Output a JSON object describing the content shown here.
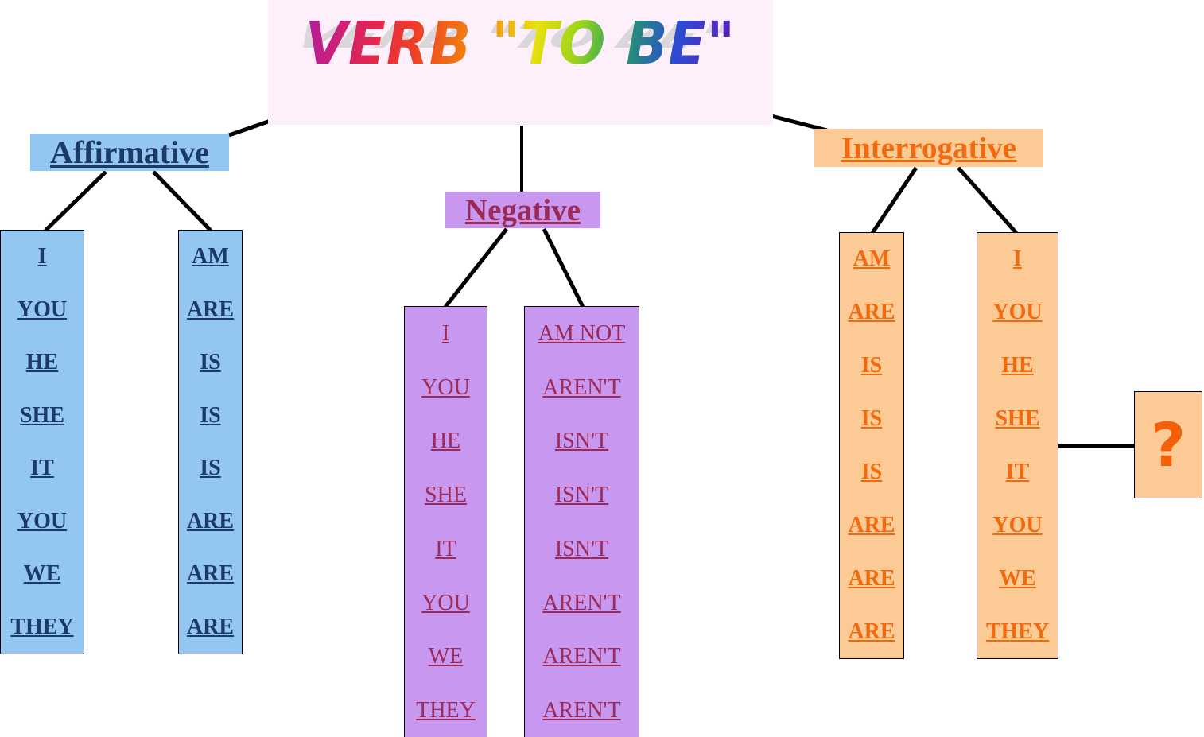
{
  "title": {
    "text": "VERB \"TO BE\"",
    "banner_bg": "#fdf0fb"
  },
  "sections": {
    "affirmative": {
      "label": "Affirmative",
      "header_bg": "#93c6f0",
      "text_color": "#1b3a66",
      "subjects": [
        "I",
        "YOU",
        "HE",
        "SHE",
        "IT",
        "YOU",
        "WE",
        "THEY"
      ],
      "verbs": [
        "AM",
        "ARE",
        "IS",
        "IS",
        "IS",
        "ARE",
        "ARE",
        "ARE"
      ]
    },
    "negative": {
      "label": "Negative",
      "header_bg": "#c897f0",
      "text_color": "#9c2a56",
      "subjects": [
        "I",
        "YOU",
        "HE",
        "SHE",
        "IT",
        "YOU",
        "WE",
        "THEY"
      ],
      "verbs": [
        "AM NOT",
        "AREN'T",
        "ISN'T",
        "ISN'T",
        "ISN'T",
        "AREN'T",
        "AREN'T",
        "AREN'T"
      ]
    },
    "interrogative": {
      "label": "Interrogative",
      "header_bg": "#fbca95",
      "text_color": "#f2690e",
      "verbs": [
        "AM",
        "ARE",
        "IS",
        "IS",
        "IS",
        "ARE",
        "ARE",
        "ARE"
      ],
      "subjects": [
        "I",
        "YOU",
        "HE",
        "SHE",
        "IT",
        "YOU",
        "WE",
        "THEY"
      ],
      "question_mark": "?"
    }
  }
}
